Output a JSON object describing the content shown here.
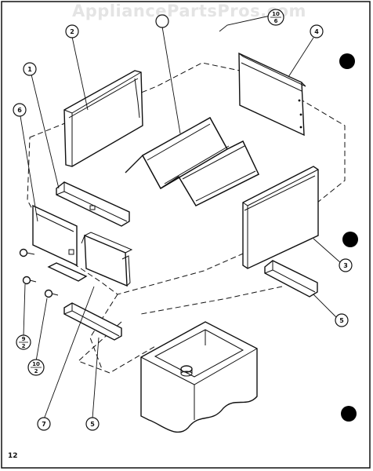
{
  "watermark": "AppliancePartsPros.com",
  "page_number": "12",
  "callouts": {
    "c1": "1",
    "c2": "2",
    "c3": "3",
    "c4": "4",
    "c5a": "5",
    "c5b": "5",
    "c6": "6",
    "c7": "7",
    "f1_num": "10",
    "f1_den": "6",
    "f2_num": "9",
    "f2_den": "2",
    "f3_num": "10",
    "f3_den": "2"
  }
}
